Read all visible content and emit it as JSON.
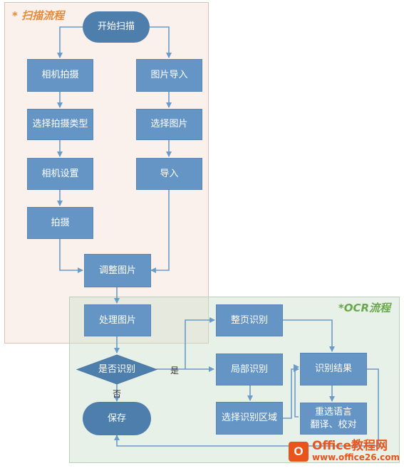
{
  "regions": {
    "scan_title": "* 扫描流程",
    "ocr_title": "*OCR流程"
  },
  "nodes": {
    "start": "开始扫描",
    "camera_shoot": "相机拍摄",
    "choose_shoot_type": "选择拍摄类型",
    "camera_settings": "相机设置",
    "shoot": "拍摄",
    "image_import": "图片导入",
    "select_image": "选择图片",
    "import": "导入",
    "adjust_image": "调整图片",
    "process_image": "处理图片",
    "recognize_decision": "是否识别",
    "save": "保存",
    "full_page_recognition": "整页识别",
    "partial_recognition": "局部识别",
    "select_recognition_area": "选择识别区域",
    "recognition_result": "识别结果",
    "reselect_language_line1": "重选语言",
    "reselect_language_line2": "翻译、校对"
  },
  "edge_labels": {
    "yes": "是",
    "no": "否"
  },
  "watermark": {
    "logo_letter": "O",
    "name": "Office教程网",
    "url": "www.office26.com"
  },
  "colors": {
    "node_fill": "#6495c4",
    "terminal_fill": "#4e7fac",
    "edge": "#6a9bc9",
    "scan_region_fill": "#f6dfd5",
    "ocr_region_fill": "#cde1cd",
    "scan_title": "#e58a3a",
    "ocr_title": "#6aa84f",
    "watermark": "#e8541c"
  }
}
